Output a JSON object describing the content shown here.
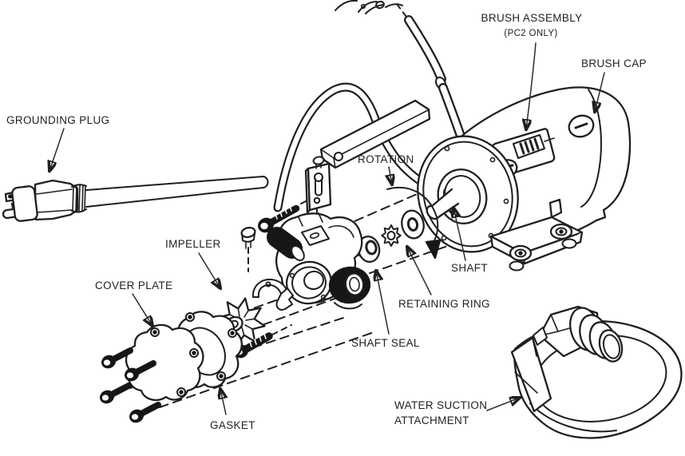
{
  "labels": {
    "grounding_plug": "GROUNDING PLUG",
    "brush_assembly": "BRUSH ASSEMBLY",
    "brush_assembly_note": "(PC2 ONLY)",
    "brush_cap": "BRUSH CAP",
    "rotation": "ROTATION",
    "impeller": "IMPELLER",
    "cover_plate": "COVER PLATE",
    "shaft": "SHAFT",
    "retaining_ring": "RETAINING RING",
    "shaft_seal": "SHAFT SEAL",
    "gasket": "GASKET",
    "water_suction_line1": "WATER SUCTION",
    "water_suction_line2": "ATTACHMENT"
  },
  "colors": {
    "background": "#ffffff",
    "line": "#1f1f1f",
    "text": "#222222"
  }
}
